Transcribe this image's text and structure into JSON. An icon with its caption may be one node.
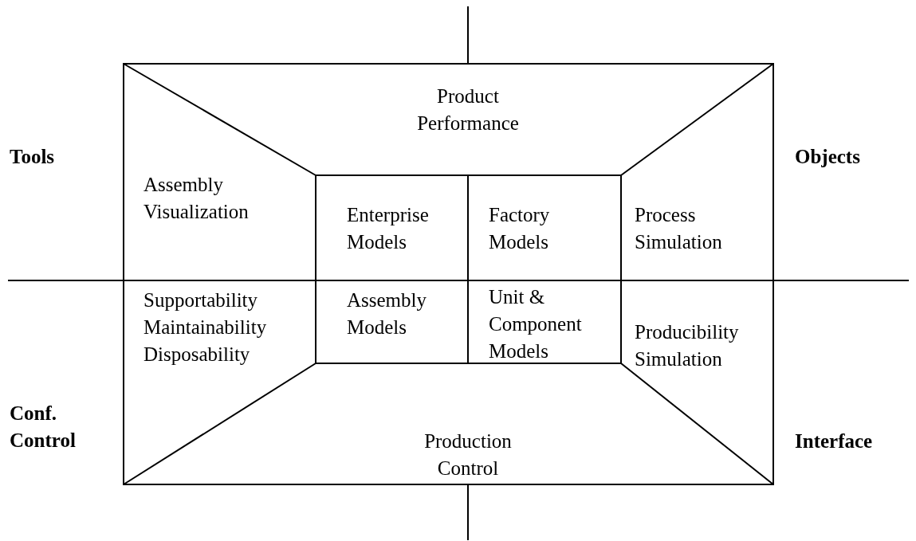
{
  "diagram": {
    "nodes": [
      {
        "text": [
          "Product Performance"
        ]
      },
      {
        "text": [
          "Assembly Visualization"
        ]
      },
      {
        "text": [
          "Enterprise Models"
        ]
      },
      {
        "text": [
          "Factory Models"
        ]
      },
      {
        "text": [
          "Process Simulation"
        ]
      },
      {
        "text": [
          "Supportability Maintainability Disposability"
        ]
      },
      {
        "text": [
          "Assembly Models"
        ]
      },
      {
        "text": [
          "Unit & Component Models"
        ]
      },
      {
        "text": [
          "Producibility Simulation"
        ]
      },
      {
        "text": [
          "Production Control"
        ]
      }
    ],
    "edges": [],
    "labels": [
      "Tools",
      "Objects",
      "Conf. Control",
      "Interface"
    ]
  }
}
